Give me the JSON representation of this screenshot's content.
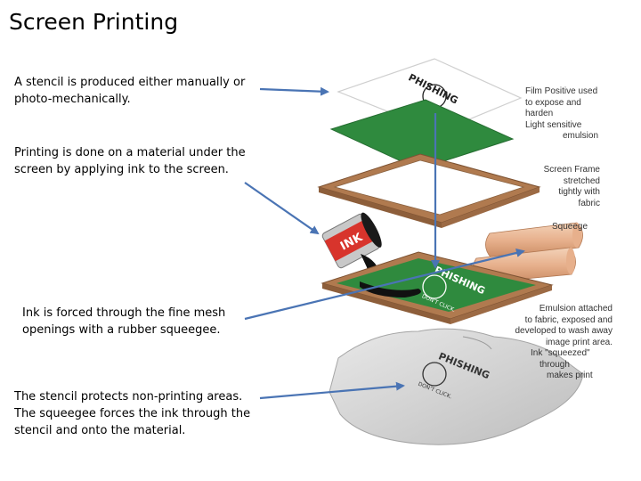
{
  "title": "Screen Printing",
  "texts": {
    "stencil": "A stencil is produced either manually or photo-mechanically.",
    "printing": "Printing is done on a material under the screen by applying ink to the screen.",
    "ink_forced": "Ink is forced through the fine mesh openings with a rubber squeegee.",
    "protects": "The stencil protects non-printing areas. The squeegee forces the ink through the stencil and onto the material."
  },
  "labels": {
    "film_lines": [
      "Film Positive used",
      "to expose and",
      "harden",
      "Light sensitive",
      "emulsion"
    ],
    "frame_lines": [
      "Screen Frame",
      "stretched",
      "tightly with",
      "fabric"
    ],
    "squeegee": "Squeege",
    "emulsion_lines": [
      "Emulsion attached",
      "to fabric, exposed and",
      "developed to wash away",
      "image print area."
    ],
    "ink_lines": [
      "Ink \"squeezed\"",
      "through",
      "makes print"
    ]
  },
  "art": {
    "phishing_word": "PHISHING",
    "dont_click": "DON'T CLICK.",
    "can_label": "INK"
  },
  "colors": {
    "arrow": "#4a74b4",
    "screen_green": "#2f8a3e",
    "wood": "#b07a4f",
    "shirt": "#d9d9d9"
  }
}
